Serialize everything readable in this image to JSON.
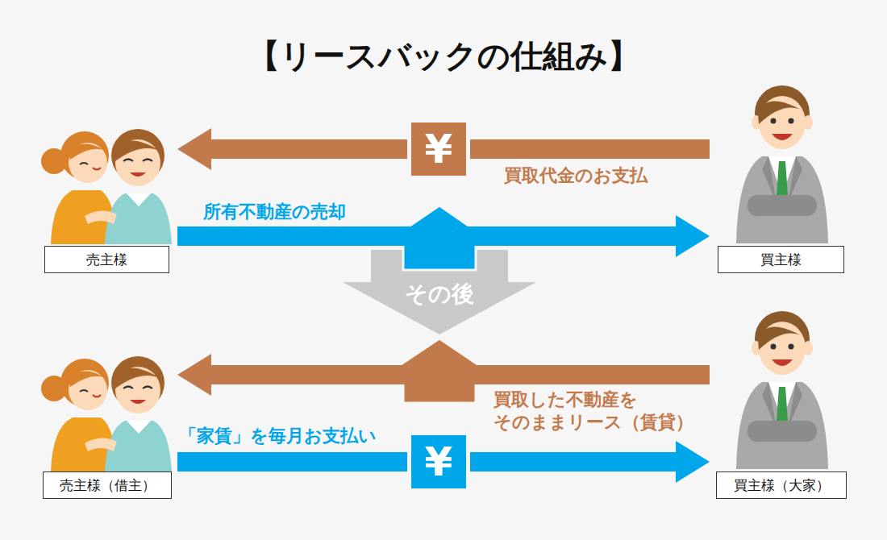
{
  "diagram": {
    "title": "【リースバックの仕組み】",
    "nodes": [
      {
        "text": [
          "売主様"
        ]
      },
      {
        "text": [
          "買主様"
        ]
      },
      {
        "text": [
          "売主様（借主）"
        ]
      },
      {
        "text": [
          "買主様（大家）"
        ]
      }
    ],
    "edges": [
      {
        "from": 1,
        "to": 0,
        "arrow": "to",
        "label": "買取代金のお支払"
      },
      {
        "from": 0,
        "to": 1,
        "arrow": "to",
        "label": "所有不動産の売却"
      },
      {
        "from": 3,
        "to": 2,
        "arrow": "to",
        "label": "買取した不動産をそのままリース（賃貸）"
      },
      {
        "from": 2,
        "to": 3,
        "arrow": "to",
        "label": "「家賃」を毎月お支払い"
      }
    ],
    "labels": [
      "¥",
      "その後",
      "¥"
    ]
  }
}
